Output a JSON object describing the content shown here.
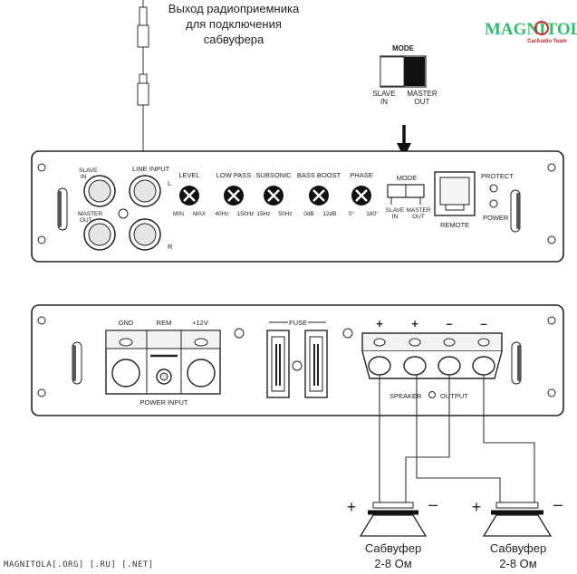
{
  "caption": {
    "line1": "Выход радиоприемника",
    "line2": "для подключения",
    "line3": "сабвуфера"
  },
  "logo": {
    "main": "MAGNITOLA",
    "sub": "CarAudio Team"
  },
  "mode_switch": {
    "title": "MODE",
    "left_top": "SLAVE",
    "left_bottom": "IN",
    "right_top": "MASTER",
    "right_bottom": "OUT"
  },
  "top_panel": {
    "slave_in_top": "SLAVE",
    "slave_in_bottom": "IN",
    "master_out_top": "MASTER",
    "master_out_bottom": "OUT",
    "line_input": "LINE INPUT",
    "channel_l": "L",
    "channel_r": "R",
    "knobs": [
      {
        "title": "LEVEL",
        "min": "MIN",
        "max": "MAX"
      },
      {
        "title": "LOW PASS",
        "min": "40Hz",
        "max": "150Hz"
      },
      {
        "title": "SUBSONIC",
        "min": "15Hz",
        "max": "50Hz"
      },
      {
        "title": "BASS BOOST",
        "min": "0dB",
        "max": "12dB"
      },
      {
        "title": "PHASE",
        "min": "0°",
        "max": "180°"
      }
    ],
    "mode": {
      "title": "MODE",
      "left_top": "SLAVE",
      "left_bottom": "IN",
      "right_top": "MASTER",
      "right_bottom": "OUT"
    },
    "remote": "REMOTE",
    "protect": "PROTECT",
    "power": "POWER"
  },
  "bottom_panel": {
    "gnd": "GND",
    "rem": "REM",
    "plus12": "+12V",
    "power_input": "POWER INPUT",
    "fuse": "FUSE",
    "polarity": [
      "+",
      "+",
      "–",
      "–"
    ],
    "speaker": "SPEAKER",
    "output": "OUTPUT"
  },
  "speakers": [
    {
      "plus": "+",
      "minus": "–",
      "name": "Сабвуфер",
      "impedance": "2-8 Ом"
    },
    {
      "plus": "+",
      "minus": "–",
      "name": "Сабвуфер",
      "impedance": "2-8 Ом"
    }
  ],
  "footer": "MAGNITOLA[.ORG] [.RU] [.NET]"
}
